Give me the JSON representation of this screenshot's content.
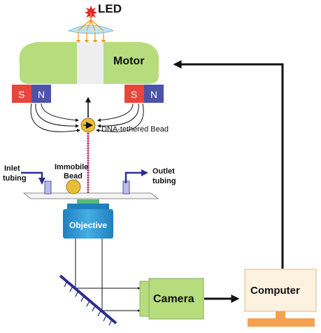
{
  "diagram": {
    "led": "LED",
    "motor": "Motor",
    "magnet_left_s": "S",
    "magnet_left_n": "N",
    "magnet_right_s": "S",
    "magnet_right_n": "N",
    "dna_bead": "DNA-tethered Bead",
    "inlet_line1": "Inlet",
    "inlet_line2": "tubing",
    "immobile_line1": "Immobile",
    "immobile_line2": "Bead",
    "outlet_line1": "Outlet",
    "outlet_line2": "tubing",
    "objective": "Objective",
    "camera": "Camera",
    "computer": "Computer"
  },
  "colors": {
    "motor_green": "#b6dc7e",
    "objective_blue": "#2f98d4",
    "magnet_red": "#e8453b",
    "magnet_blue": "#4d53a8",
    "bead_yellow": "#e7be3a",
    "computer_cream": "#fdf1df",
    "stand_orange": "#f4a24f",
    "mirror_blue": "#2d2f8e",
    "arrow_orange": "#f39a1e",
    "led_red": "#e8262a"
  }
}
